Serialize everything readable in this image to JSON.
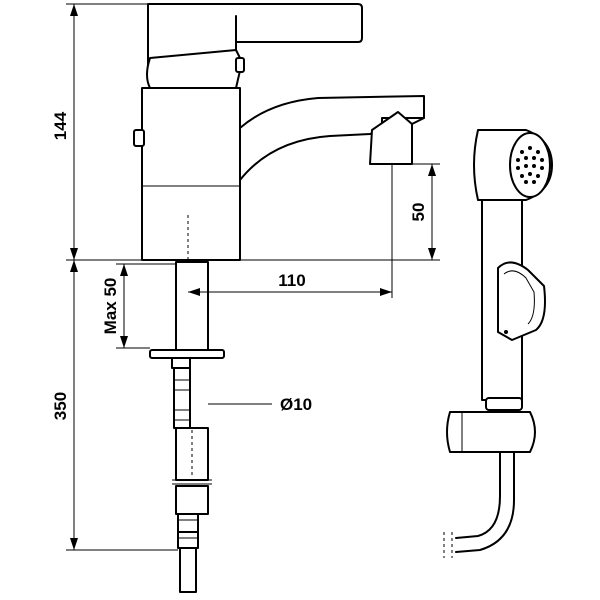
{
  "dimensions": {
    "total_height": "144",
    "spout_height": "50",
    "spout_reach": "110",
    "max_deck": "Max 50",
    "hose_length": "350",
    "hose_diameter": "Ø10"
  }
}
